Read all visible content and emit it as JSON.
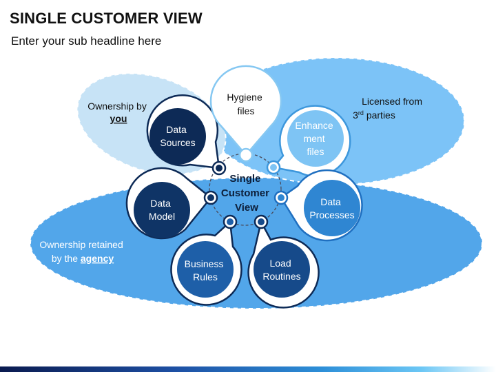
{
  "header": {
    "title": "SINGLE CUSTOMER VIEW",
    "subtitle": "Enter your sub headline here"
  },
  "center": {
    "line1": "Single",
    "line2": "Customer",
    "line3": "View"
  },
  "zones": {
    "you": {
      "line1": "Ownership by",
      "line2": "you"
    },
    "third": {
      "line1": "Licensed from",
      "line2_num": "3",
      "line2_sup": "rd",
      "line2_rest": " parties"
    },
    "agency": {
      "line1": "Ownership retained",
      "line2_pre": "by the ",
      "line2_emph": "agency"
    }
  },
  "nodes": {
    "data_sources": {
      "line1": "Data",
      "line2": "Sources"
    },
    "hygiene_files": {
      "line1": "Hygiene",
      "line2": "files"
    },
    "enhancement_files": {
      "line1": "Enhance",
      "line2": "ment",
      "line3": "files"
    },
    "data_processes": {
      "line1": "Data",
      "line2": "Processes"
    },
    "load_routines": {
      "line1": "Load",
      "line2": "Routines"
    },
    "business_rules": {
      "line1": "Business",
      "line2": "Rules"
    },
    "data_model": {
      "line1": "Data",
      "line2": "Model"
    }
  },
  "colors": {
    "agency_zone": "#52a6ea",
    "third_zone": "#7cc3f7",
    "you_zone": "#c7e3f6",
    "dark_navy": "#0d2a56",
    "mid_blue": "#2f86d2",
    "light_blue": "#86c8f2"
  }
}
